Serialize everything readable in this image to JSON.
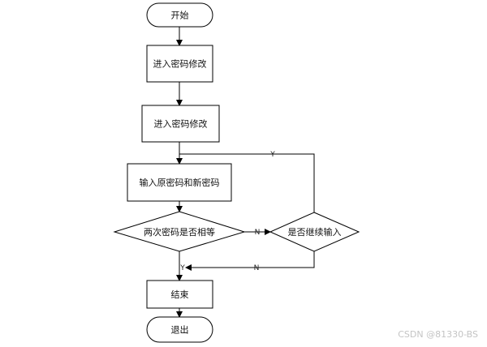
{
  "nodes": {
    "start": "开始",
    "step1": "进入密码修改",
    "step2": "进入密码修改",
    "input": "输入原密码和新密码",
    "compare": "两次密码是否相等",
    "continue": "是否继续输入",
    "finish": "结束",
    "exit": "退出"
  },
  "edges": {
    "compare_no": "N",
    "compare_yes": "Y",
    "continue_yes": "Y",
    "continue_no": "N"
  },
  "watermark": "CSDN @81330-BS"
}
